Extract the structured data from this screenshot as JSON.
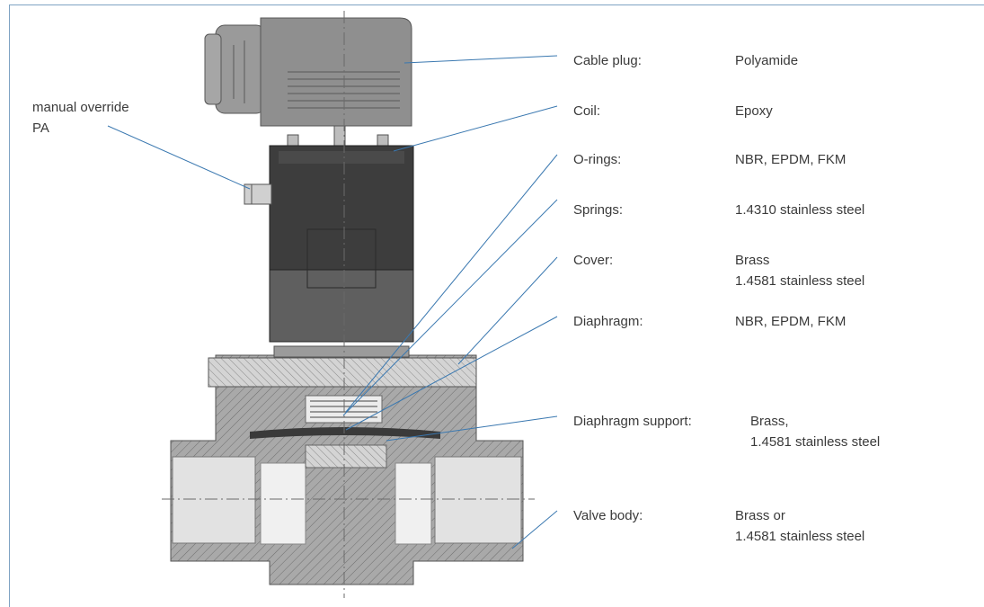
{
  "callouts": {
    "manual_override": "manual override\nPA"
  },
  "materials": [
    {
      "part": "Cable plug:",
      "material": "Polyamide"
    },
    {
      "part": "Coil:",
      "material": "Epoxy"
    },
    {
      "part": "O-rings:",
      "material": "NBR, EPDM, FKM"
    },
    {
      "part": "Springs:",
      "material": "1.4310 stainless steel"
    },
    {
      "part": "Cover:",
      "material": "Brass\n1.4581 stainless steel"
    },
    {
      "part": "Diaphragm:",
      "material": "NBR, EPDM, FKM"
    },
    {
      "part": "Diaphragm support:",
      "material": "Brass,\n1.4581 stainless steel"
    },
    {
      "part": "Valve body:",
      "material": "Brass or\n1.4581 stainless steel"
    }
  ],
  "colors": {
    "frame": "#7fa3c3",
    "leader": "#3a78b0",
    "coil": "#3d3d3d",
    "plug": "#8a8a8a",
    "section": "#a9a9a9"
  }
}
